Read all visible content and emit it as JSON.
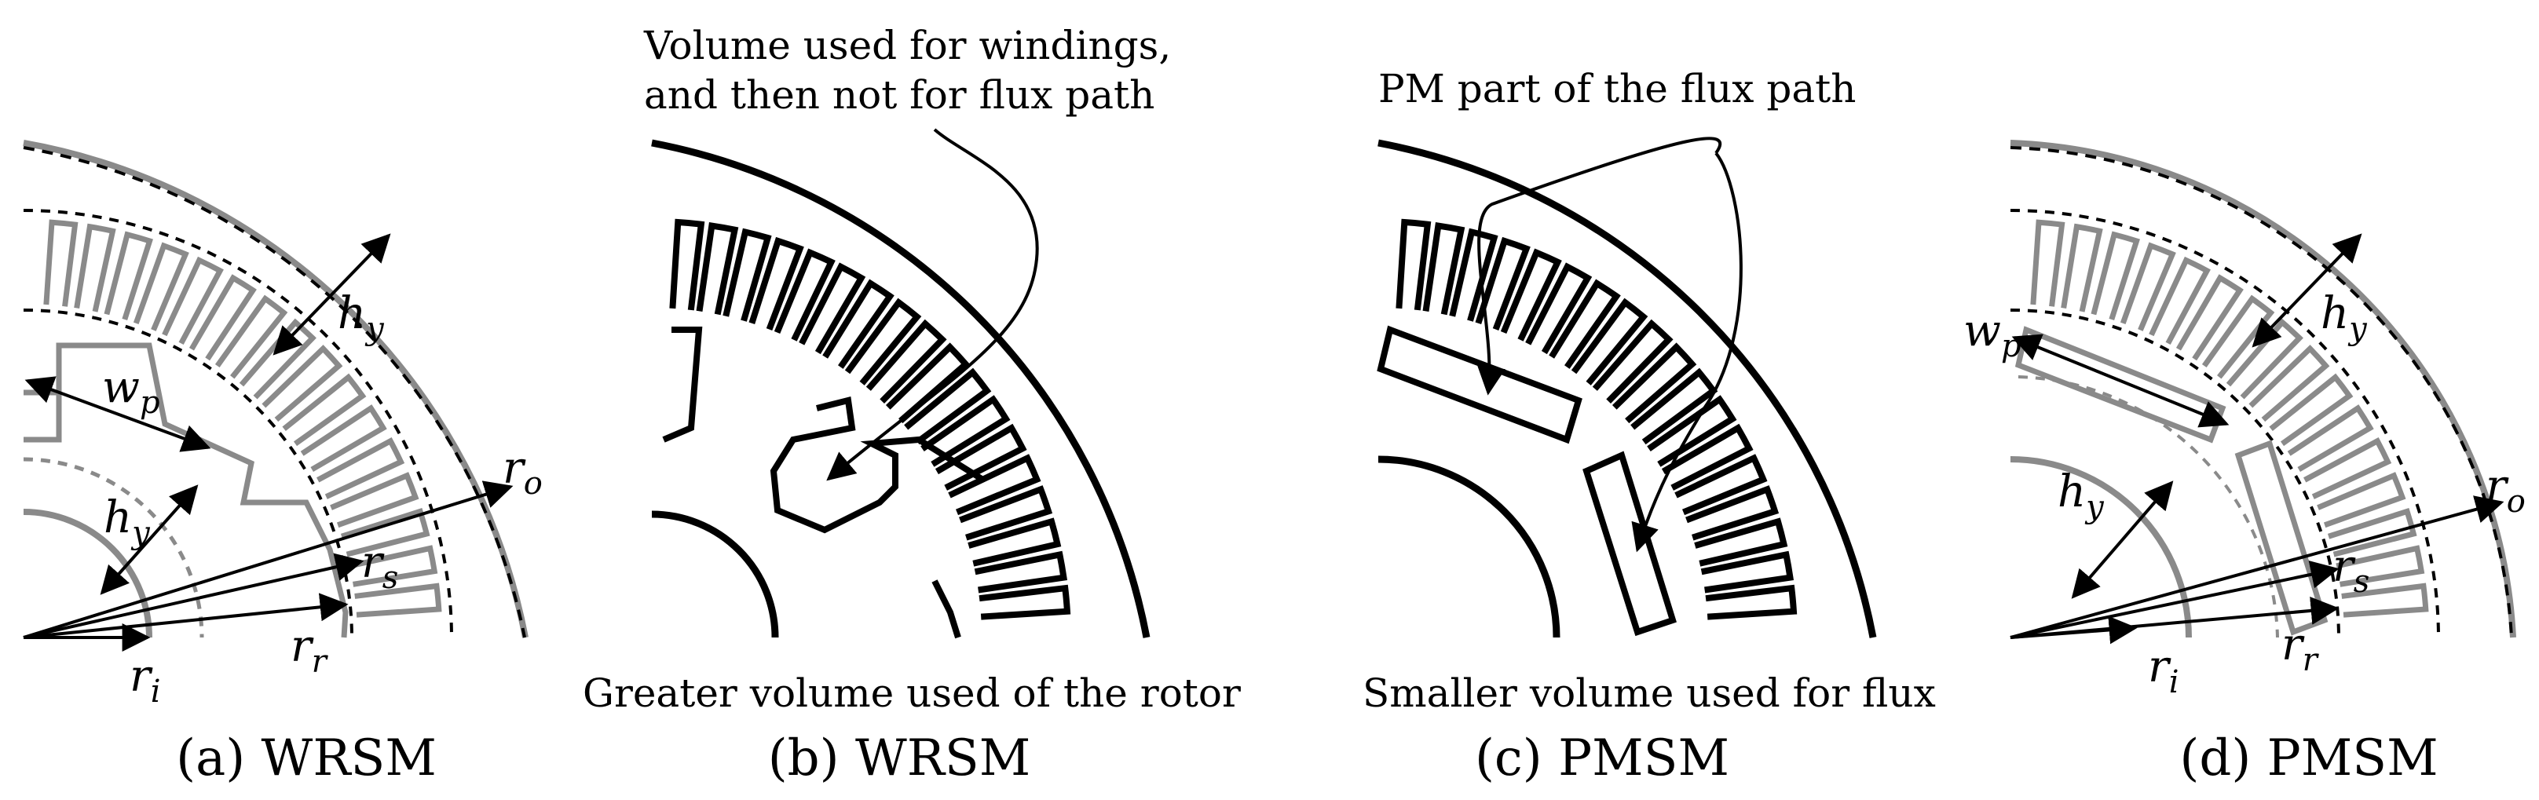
{
  "panels": [
    {
      "caption": "(a) WRSM"
    },
    {
      "caption": "(b) WRSM",
      "annotation_top_line1": "Volume used for windings,",
      "annotation_top_line2": "and then not for flux path",
      "annotation_bottom": "Greater volume used of the rotor"
    },
    {
      "caption": "(c) PMSM",
      "annotation_top": "PM part of the flux path",
      "annotation_bottom": "Smaller volume used for flux"
    },
    {
      "caption": "(d) PMSM"
    }
  ],
  "symbols": {
    "h": "h",
    "y": "y",
    "w": "w",
    "p": "p",
    "r": "r",
    "o": "o",
    "s": "s",
    "i": "i",
    "rr": "r"
  },
  "colors": {
    "ink": "#000000",
    "gray": "#8a8a8a"
  }
}
